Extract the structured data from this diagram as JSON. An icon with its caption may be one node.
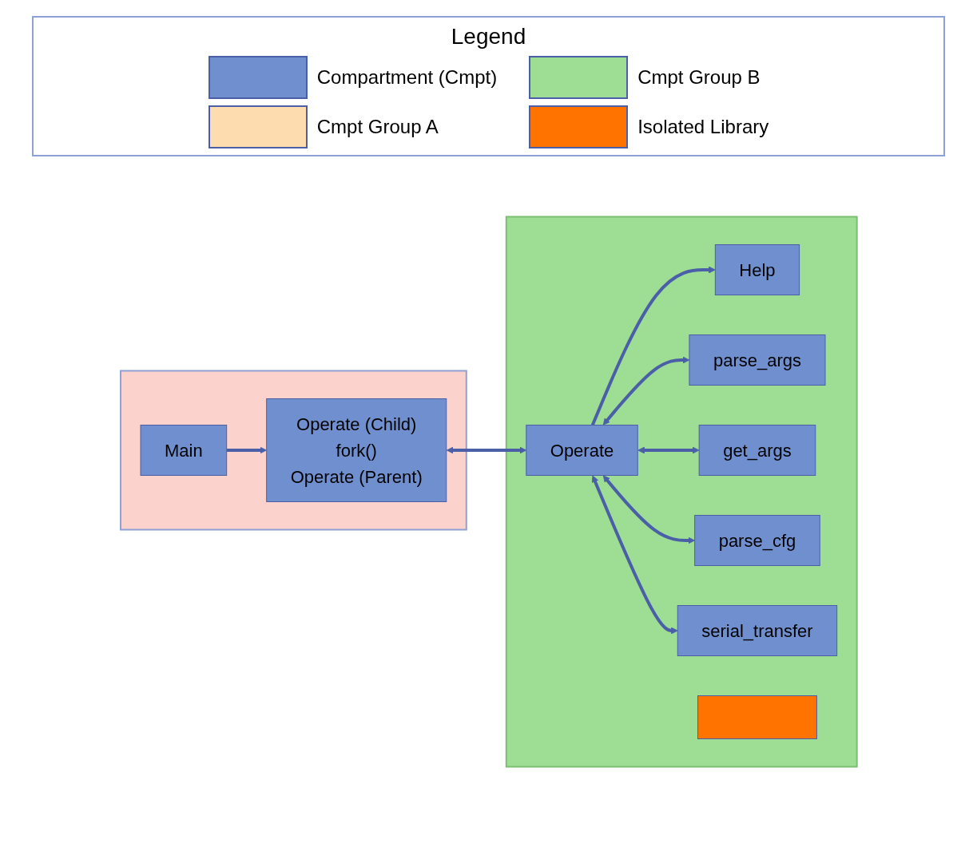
{
  "diagram": {
    "nodes": [
      {
        "text": [],
        "shape": "box"
      },
      {
        "text": [
          "Main"
        ],
        "in": 0
      },
      {
        "text": [
          "Operate (Child)",
          "fork()",
          "Operate (Parent)"
        ],
        "in": 0
      },
      {
        "text": [],
        "shape": "box"
      },
      {
        "text": [
          "Operate"
        ],
        "in": 3
      },
      {
        "text": [
          "Help"
        ],
        "in": 3
      },
      {
        "text": [
          "parse_args"
        ],
        "in": 3
      },
      {
        "text": [
          "get_args"
        ],
        "in": 3
      },
      {
        "text": [
          "parse_cfg"
        ],
        "in": 3
      },
      {
        "text": [
          "serial_transfer"
        ],
        "in": 3
      },
      {
        "text": [],
        "shape": "bar",
        "in": 3
      }
    ],
    "edges": [
      {
        "from": 1,
        "to": 2,
        "arrow": "to"
      },
      {
        "from": 2,
        "to": 4,
        "arrow": "both"
      },
      {
        "from": 4,
        "to": 5,
        "arrow": "to"
      },
      {
        "from": 4,
        "to": 6,
        "arrow": "both"
      },
      {
        "from": 4,
        "to": 7,
        "arrow": "both"
      },
      {
        "from": 4,
        "to": 8,
        "arrow": "both"
      },
      {
        "from": 4,
        "to": 9,
        "arrow": "both"
      }
    ],
    "labels": [
      "Legend"
    ],
    "legend": [
      {
        "text": "Compartment (Cmpt)",
        "color": "#6f8fcf"
      },
      {
        "text": "Cmpt Group B",
        "color": "#9ede94"
      },
      {
        "text": "Cmpt Group A",
        "color": "#fddcb0"
      },
      {
        "text": "Isolated Library",
        "color": "#ff7400"
      }
    ]
  }
}
